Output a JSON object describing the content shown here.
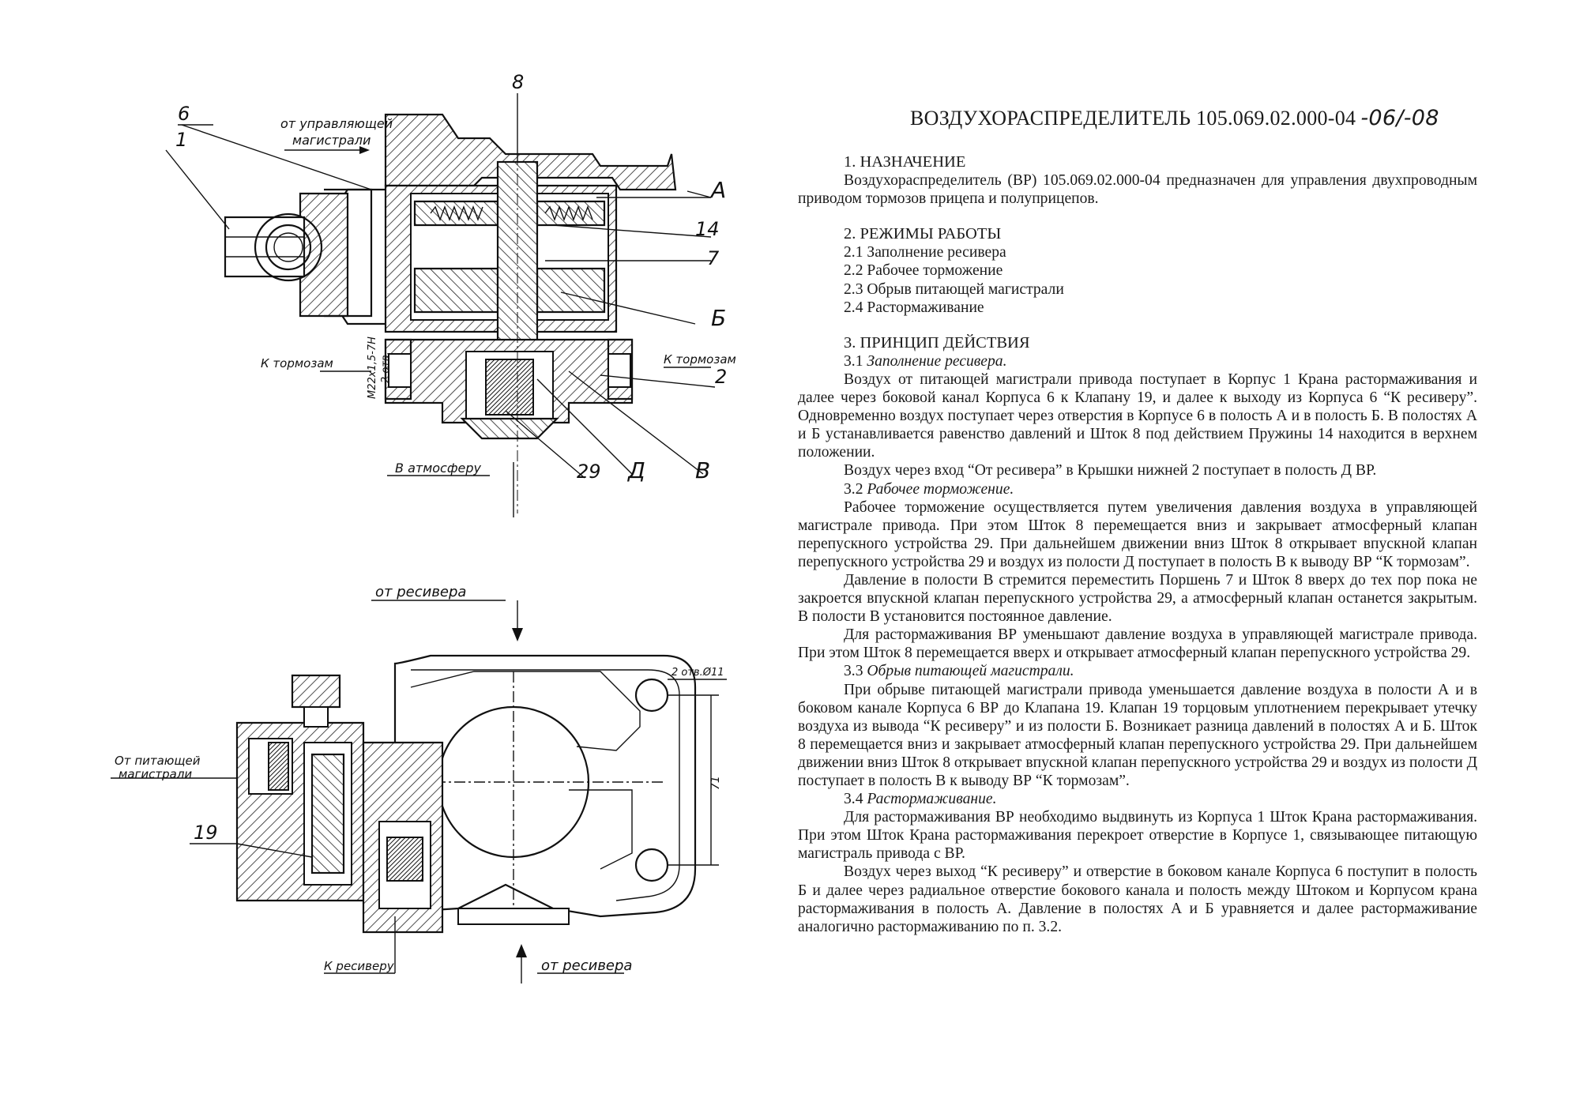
{
  "document": {
    "title": "ВОЗДУХОРАСПРЕДЕЛИТЕЛЬ 105.069.02.000-04",
    "title_handwritten": "-06/-08",
    "sections": {
      "purpose": {
        "heading": "1. НАЗНАЧЕНИЕ",
        "text": "Воздухораспределитель (ВР) 105.069.02.000-04 предназначен для управления двухпроводным приводом тормозов прицепа и полуприцепов."
      },
      "modes": {
        "heading": "2. РЕЖИМЫ РАБОТЫ",
        "items": [
          "2.1 Заполнение ресивера",
          "2.2 Рабочее торможение",
          "2.3 Обрыв питающей магистрали",
          "2.4 Растормаживание"
        ]
      },
      "principle": {
        "heading": "3. ПРИНЦИП ДЕЙСТВИЯ",
        "s31_label": "3.1 ",
        "s31_title": "Заполнение ресивера.",
        "s31_p1": "Воздух от питающей магистрали привода поступает в Корпус 1 Крана растормаживания и далее через боковой канал Корпуса 6 к Клапану 19, и далее к выходу из Корпуса 6 “К ресиверу”. Одновременно воздух поступает через отверстия в Корпусе 6 в полость А и в полость Б. В полостях А и Б устанавливается равенство давлений и Шток 8 под действием Пружины 14 находится в верхнем положении.",
        "s31_p2": "Воздух через вход “От ресивера” в Крышки нижней 2  поступает в полость Д ВР.",
        "s32_label": "3.2 ",
        "s32_title": "Рабочее торможение.",
        "s32_p1": "Рабочее торможение осуществляется путем увеличения давления воздуха в управляющей магистрале привода. При этом Шток 8 перемещается вниз и закрывает атмосферный клапан перепускного устройства 29. При дальнейшем движении вниз Шток 8 открывает впускной клапан перепускного устройства 29 и воздух из полости Д поступает в полость В к выводу ВР “К тормозам”.",
        "s32_p2": "Давление в полости В стремится переместить Поршень 7 и Шток 8 вверх до тех пор пока не закроется впускной клапан перепускного устройства 29, а атмосферный клапан останется закрытым. В полости В установится постоянное давление.",
        "s32_p3": "Для растормаживания ВР уменьшают давление воздуха в управляющей магистрале привода. При этом Шток 8 перемещается вверх и открывает атмосферный клапан перепускного устройства 29.",
        "s33_label": "3.3 ",
        "s33_title": "Обрыв питающей магистрали.",
        "s33_p1": "При обрыве питающей магистрали привода уменьшается давление воздуха в полости А и в боковом канале Корпуса 6 ВР до Клапана 19. Клапан 19 торцовым уплотнением перекрывает утечку воздуха из вывода “К ресиверу” и из полости Б. Возникает разница давлений в полостях А и Б. Шток 8 перемещается вниз и закрывает атмосферный клапан перепускного устройства 29. При дальнейшем движении вниз Шток 8 открывает впускной клапан перепускного устройства 29 и воздух из полости Д поступает в полость В к выводу ВР “К тормозам”.",
        "s34_label": "3.4 ",
        "s34_title": "Растормаживание.",
        "s34_p1": "Для растормаживания ВР необходимо выдвинуть из Корпуса 1 Шток Крана растормаживания. При этом Шток Крана растормаживания перекроет отверстие в Корпусе 1, связывающее питающую магистраль привода с ВР.",
        "s34_p2": "Воздух через выход “К ресиверу” и отверстие в боковом канале Корпуса 6 поступит в полость Б и далее через радиальное отверстие бокового канала и полость между Штоком и Корпусом крана растормаживания в полость А. Давление в полостях А и Б уравняется и далее растормаживание аналогично растормаживанию по п. 3.2."
      }
    }
  },
  "drawing": {
    "upper_view_labels": {
      "callout_6": "6",
      "callout_1": "1",
      "callout_8": "8",
      "callout_A": "А",
      "callout_14": "14",
      "callout_7": "7",
      "callout_B_cyr": "Б",
      "callout_2": "2",
      "callout_V": "В",
      "callout_D": "Д",
      "callout_29": "29",
      "from_control_line_1": "от управляющей",
      "from_control_line_2": "магистрали",
      "to_brakes_left": "К тормозам",
      "to_brakes_right": "К тормозам",
      "thread_note_1": "М22х1,5-7Н",
      "thread_note_2": "2 отв.",
      "to_atmosphere": "В атмосферу"
    },
    "lower_view_labels": {
      "from_receiver_top": "от ресивера",
      "holes_note": "2 отв.Ø11",
      "from_supply_line_1": "От питающей",
      "from_supply_line_2": "магистрали",
      "callout_19": "19",
      "to_receiver": "К ресиверу",
      "from_receiver_bottom": "от ресивера",
      "dim_71": "71"
    }
  },
  "colors": {
    "ink": "#111111",
    "paper": "#ffffff"
  }
}
